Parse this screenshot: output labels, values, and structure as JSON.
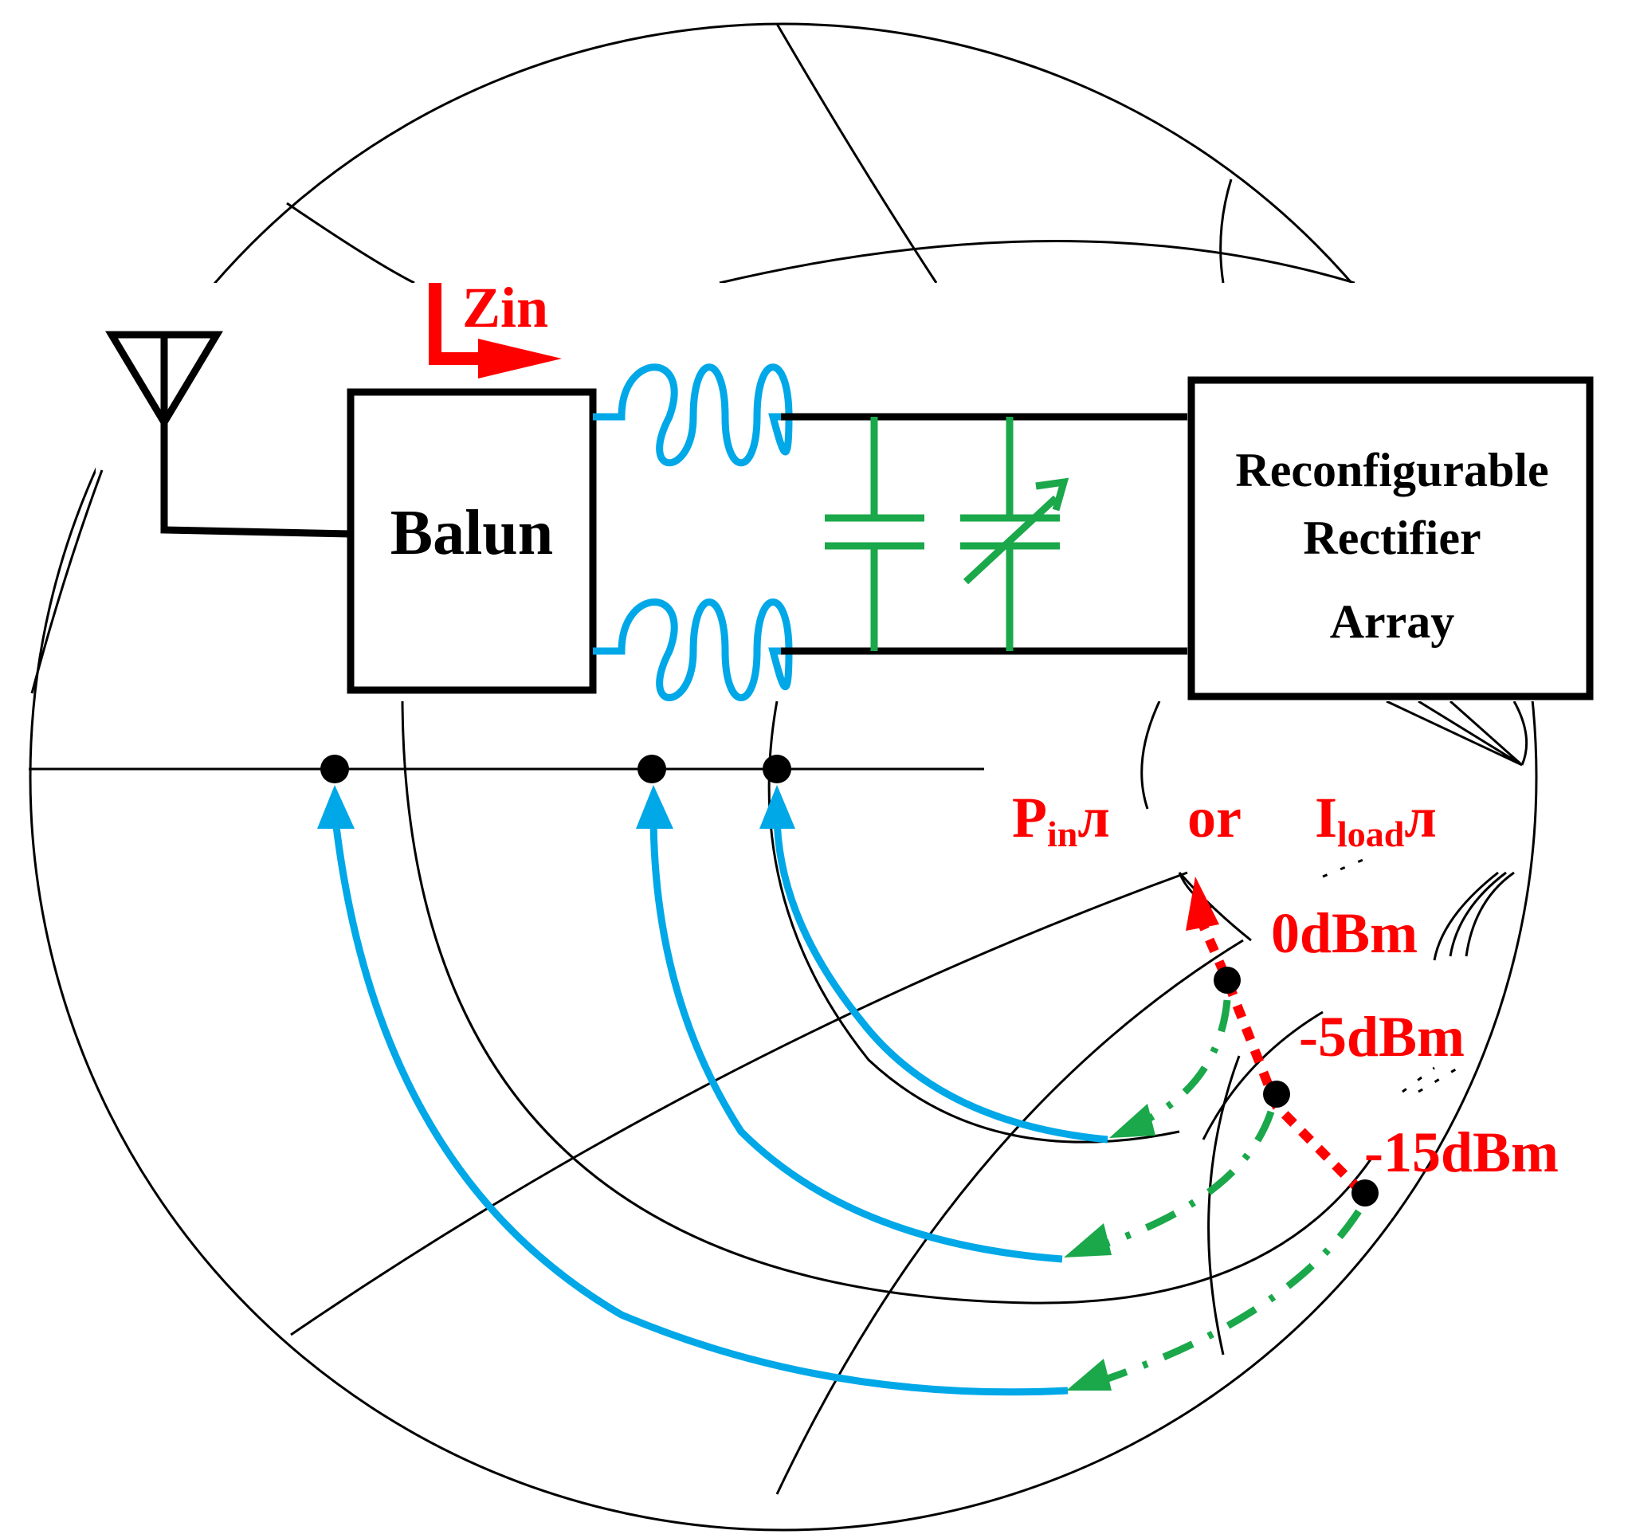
{
  "colors": {
    "line": "#000000",
    "annotation": "#ff0000",
    "inductor": "#00a8e8",
    "capacitor": "#1aa84a",
    "arrow_blue": "#00a8e8",
    "arrow_green": "#1aa84a"
  },
  "labels": {
    "zin": "Zin",
    "balun": "Balun",
    "rectifier_line1": "Reconfigurable",
    "rectifier_line2": "Rectifier",
    "rectifier_line3": "Array",
    "pin_main": "P",
    "pin_sub": "in",
    "pin_arrow": "л",
    "or": "or",
    "iload_main": "I",
    "iload_sub": "load",
    "iload_arrow": "л",
    "level_0": "0dBm",
    "level_1": "-5dBm",
    "level_2": "-15dBm"
  },
  "icons": {
    "antenna": "antenna-icon",
    "inductor": "inductor-coil-icon",
    "capacitor": "capacitor-icon",
    "variable_capacitor": "variable-capacitor-icon",
    "zin_arrow": "arrow-right-icon"
  }
}
